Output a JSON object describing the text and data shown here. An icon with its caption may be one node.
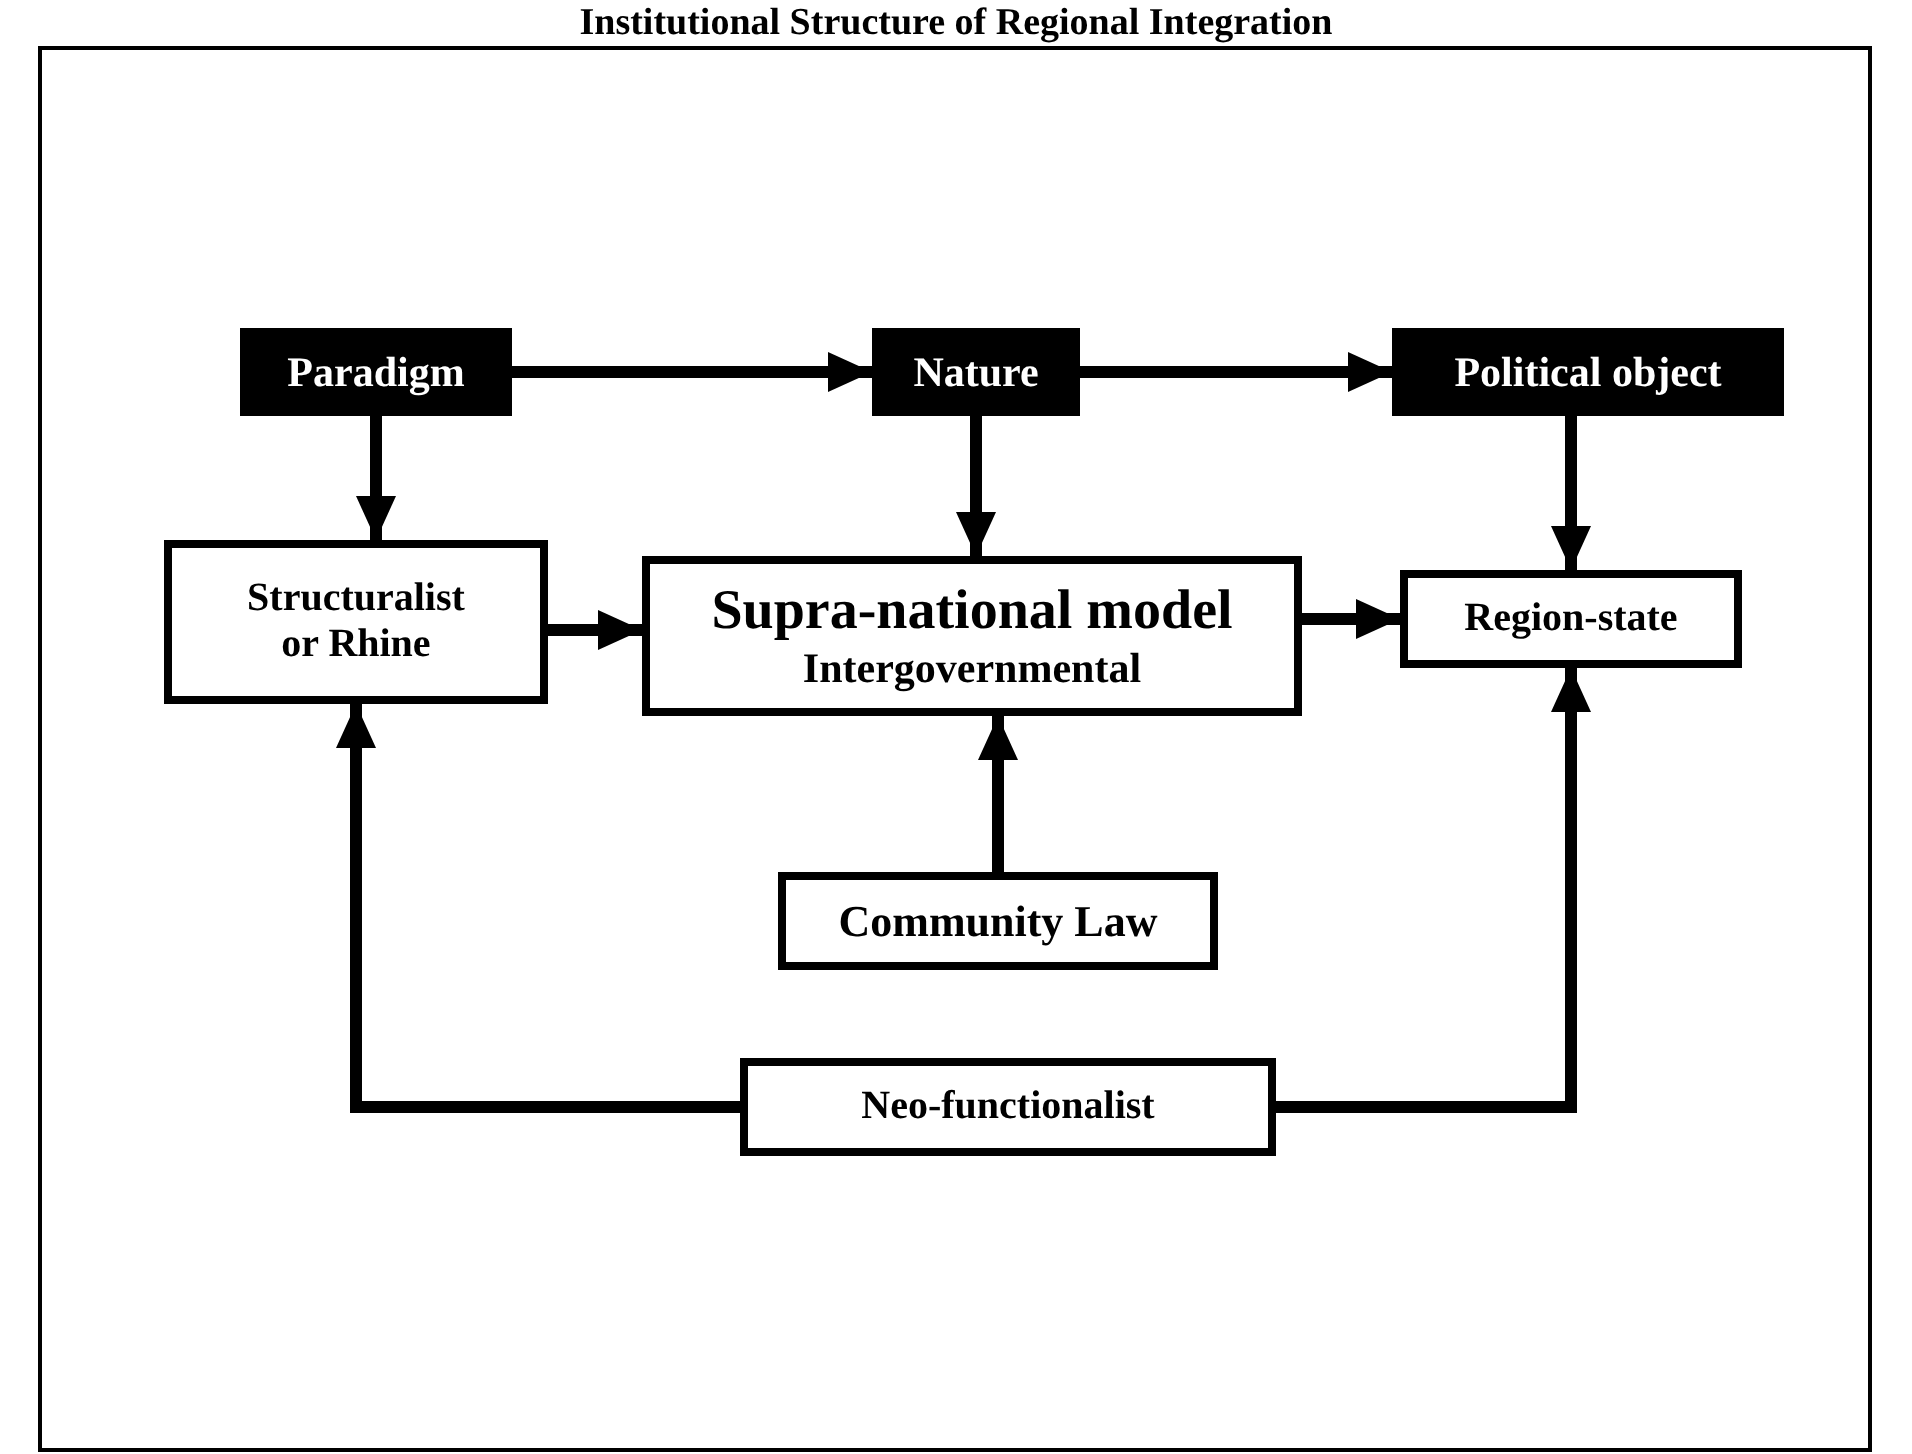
{
  "diagram": {
    "title": "Institutional Structure of Regional Integration",
    "nodes": [
      {
        "text": [
          "Paradigm"
        ]
      },
      {
        "text": [
          "Nature"
        ]
      },
      {
        "text": [
          "Political object"
        ]
      },
      {
        "text": [
          "Structuralist or Rhine"
        ]
      },
      {
        "text": [
          "Supra-national model",
          "Intergovernmental"
        ]
      },
      {
        "text": [
          "Region-state"
        ]
      },
      {
        "text": [
          "Community Law"
        ]
      },
      {
        "text": [
          "Neo-functionalist"
        ]
      }
    ],
    "edges": [
      {
        "from": 0,
        "to": 1,
        "arrow": "to"
      },
      {
        "from": 1,
        "to": 2,
        "arrow": "to"
      },
      {
        "from": 0,
        "to": 3,
        "arrow": "to"
      },
      {
        "from": 1,
        "to": 4,
        "arrow": "to"
      },
      {
        "from": 2,
        "to": 5,
        "arrow": "to"
      },
      {
        "from": 3,
        "to": 4,
        "arrow": "to"
      },
      {
        "from": 4,
        "to": 5,
        "arrow": "to"
      },
      {
        "from": 6,
        "to": 4,
        "arrow": "to"
      },
      {
        "from": 7,
        "to": 3,
        "arrow": "to"
      },
      {
        "from": 7,
        "to": 5,
        "arrow": "to"
      }
    ]
  }
}
